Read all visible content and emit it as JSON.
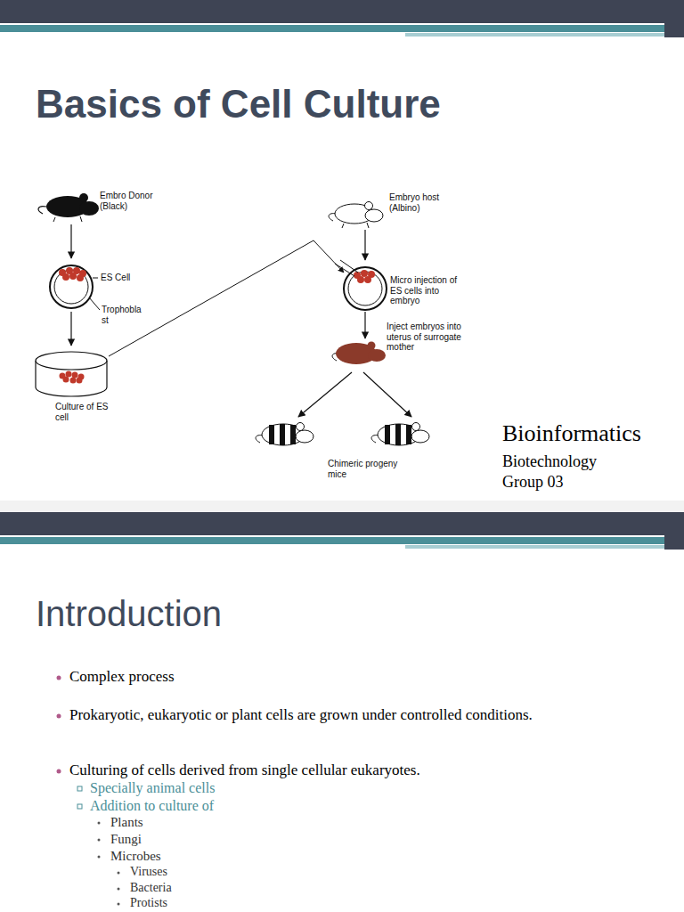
{
  "diagram": {
    "title": "Basics of Cell Culture",
    "labels": [
      "Embro Donor (Black)",
      "ES Cell",
      "Trophobla st",
      "Culture of ES cell",
      "Embryo host (Albino)",
      "Micro injection of ES cells into embryo",
      "Inject embryos into uterus of surrogate mother",
      "Chimeric progeny mice",
      "Bioinformatics",
      "Biotechnology",
      "Group 03",
      "Introduction",
      "Complex process",
      "Prokaryotic, eukaryotic or plant cells are grown under controlled conditions.",
      "Culturing of cells derived from single cellular eukaryotes.",
      "Specially animal cells",
      "Addition to culture of",
      "Plants",
      "Fungi",
      "Microbes",
      "Viruses",
      "Bacteria",
      "Protists"
    ]
  }
}
